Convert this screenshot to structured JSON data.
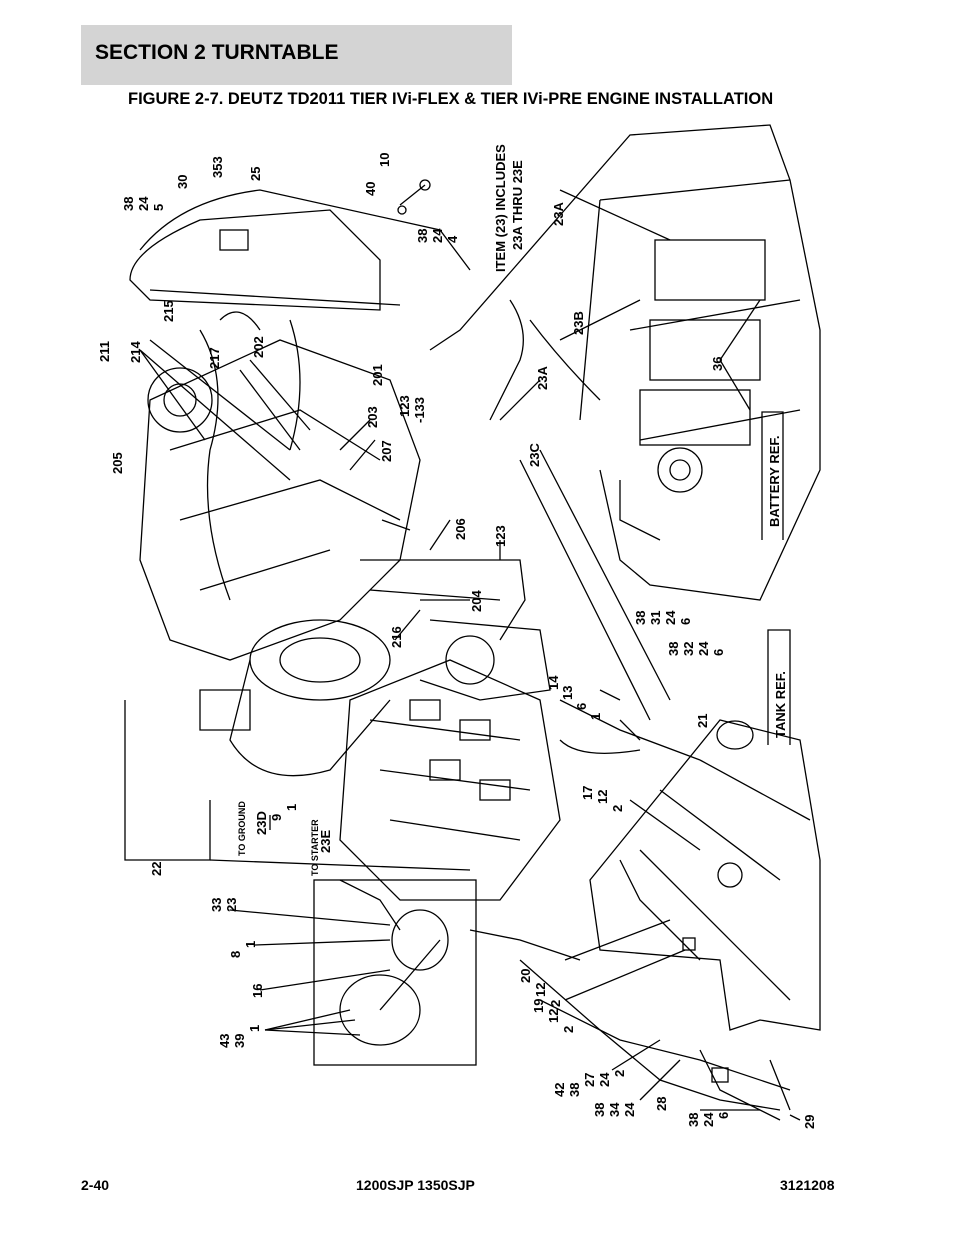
{
  "header": {
    "section": "SECTION 2   TURNTABLE"
  },
  "figure": {
    "title": "FIGURE 2-7. DEUTZ TD2011 TIER IVi-FLEX & TIER IVi-PRE ENGINE INSTALLATION"
  },
  "callouts": {
    "c_38_24_5": [
      "38",
      "24",
      "5"
    ],
    "c30": "30",
    "c353": "353",
    "c25": "25",
    "c40": "40",
    "c10": "10",
    "c_38_24_4": [
      "38",
      "24",
      "4"
    ],
    "c215": "215",
    "c211": "211",
    "c214": "214",
    "c217": "217",
    "c202": "202",
    "c201": "201",
    "c123_133": [
      "123",
      "-133"
    ],
    "c203": "203",
    "c207": "207",
    "c205": "205",
    "c206": "206",
    "c123": "123",
    "c204": "204",
    "c216": "216",
    "c_14_13_6_1": [
      "14",
      "13",
      "6",
      "1"
    ],
    "c_38_31_24_6": [
      "38",
      "31",
      "24",
      "6"
    ],
    "c_38_32_24_6": [
      "38",
      "32",
      "24",
      "6"
    ],
    "c21": "21",
    "c_17_12_2": [
      "17",
      "12",
      "2"
    ],
    "c23d_group": [
      "23D",
      "9",
      "1"
    ],
    "c23e": "23E",
    "c22": "22",
    "c_33_23": [
      "33",
      "23"
    ],
    "c_8_1": [
      "8",
      "1"
    ],
    "c16": "16",
    "c_43_39_1": [
      "43",
      "39",
      "1"
    ],
    "c_20_12_2": [
      "20",
      "12",
      "2"
    ],
    "c_19_12_2": [
      "19",
      "12",
      "2"
    ],
    "c_42_38_27_24_2": [
      "42",
      "38",
      "27",
      "24",
      "2"
    ],
    "c_38_34_24": [
      "38",
      "34",
      "24"
    ],
    "c28": "28",
    "c_38_24_6": [
      "38",
      "24",
      "6"
    ],
    "c29": "29",
    "c23a_top": "23A",
    "c23a_mid": "23A",
    "c23b": "23B",
    "c23c": "23C",
    "c36": "36",
    "item23_note": [
      "ITEM (23) INCLUDES",
      "23A THRU 23E"
    ],
    "to_ground": "TO GROUND",
    "to_starter": "TO STARTER",
    "battery_ref": "BATTERY REF.",
    "tank_ref": "TANK REF."
  },
  "footer": {
    "page": "2-40",
    "model": "1200SJP 1350SJP",
    "doc_number": "3121208"
  }
}
